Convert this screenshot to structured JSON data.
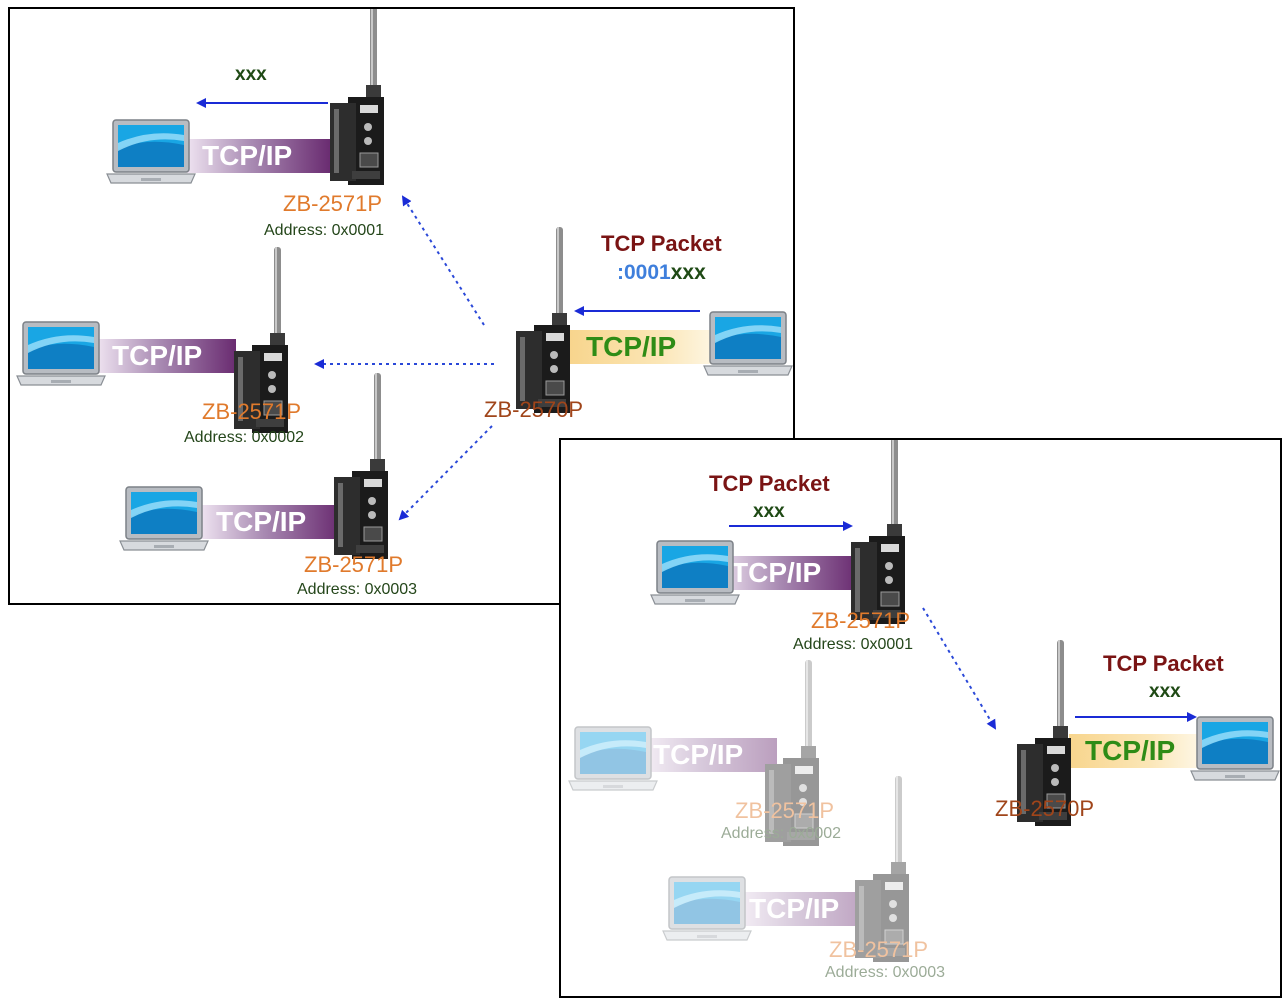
{
  "panel_a": {
    "devices": [
      {
        "name": "ZB-2571P",
        "address": "Address: 0x0001",
        "band": "TCP/IP"
      },
      {
        "name": "ZB-2571P",
        "address": "Address: 0x0002",
        "band": "TCP/IP"
      },
      {
        "name": "ZB-2571P",
        "address": "Address: 0x0003",
        "band": "TCP/IP"
      }
    ],
    "gateway": {
      "name": "ZB-2570P",
      "band": "TCP/IP"
    },
    "packet_title": "TCP Packet",
    "packet_address": ":0001",
    "packet_payload": "xxx",
    "output_payload": "xxx"
  },
  "panel_b": {
    "devices": [
      {
        "name": "ZB-2571P",
        "address": "Address: 0x0001",
        "band": "TCP/IP"
      },
      {
        "name": "ZB-2571P",
        "address": "Address: 0x0002",
        "band": "TCP/IP"
      },
      {
        "name": "ZB-2571P",
        "address": "Address: 0x0003",
        "band": "TCP/IP"
      }
    ],
    "gateway": {
      "name": "ZB-2570P",
      "band": "TCP/IP"
    },
    "input_packet_title": "TCP Packet",
    "input_payload": "xxx",
    "output_packet_title": "TCP Packet",
    "output_payload": "xxx"
  },
  "colors": {
    "device_label": "#e07a2c",
    "gateway_label": "#a0451a",
    "packet_title": "#7a1414",
    "packet_address": "#3f7fdc",
    "arrow_solid": "#1a2bd6",
    "arrow_dotted": "#2a48d8"
  }
}
